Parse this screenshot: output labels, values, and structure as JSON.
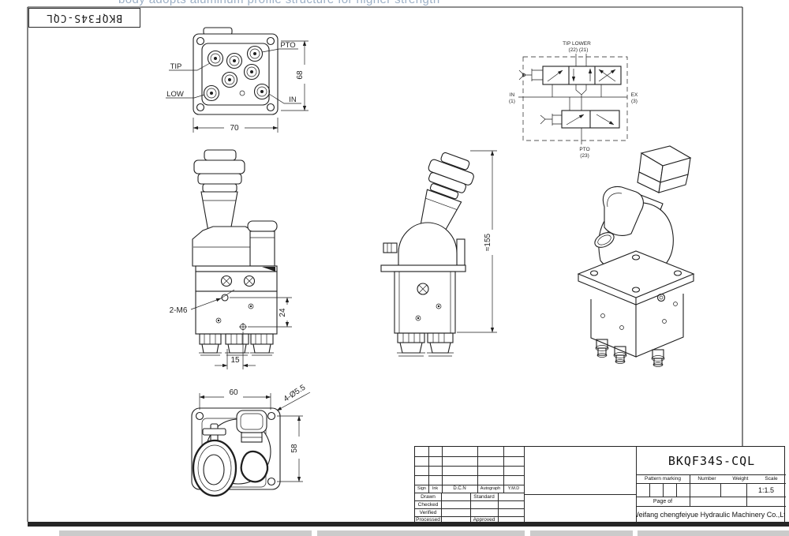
{
  "colors": {
    "line": "#1f1f1f",
    "note": "#9db0c6",
    "frame": "#262626"
  },
  "note_top": "body adopts aluminum profile structure for higher strength",
  "model_tag": "BKQF34S-CQL",
  "top_view": {
    "tip": "TIP",
    "low": "LOW",
    "pto": "PTO",
    "in": "IN",
    "dim_width": "70",
    "dim_height": "68"
  },
  "schematic": {
    "title": "TIP LOWER",
    "ports_top": "(22) (21)",
    "in": "IN",
    "in_no": "(1)",
    "ex": "EX",
    "ex_no": "(3)",
    "pto": "PTO",
    "pto_no": "(23)"
  },
  "front_view": {
    "thread": "2-M6",
    "dim_vertical": "24",
    "dim_bottom": "15"
  },
  "side_view": {
    "dim_height": "≈155"
  },
  "bottom_view": {
    "dim_width": "60",
    "holes": "4-Ø5.5",
    "dim_height": "58"
  },
  "title_block": {
    "model": "BKQF34S-CQL",
    "col_sign": "Sign",
    "col_ink": "Ink",
    "col_dcn": "D.C.N",
    "col_autograph": "Autograph",
    "col_ymd": "Y.M.D",
    "row_drawn": "Drawn",
    "row_standard": "Standard",
    "row_checked": "Checked",
    "row_verified": "Verified",
    "row_processed": "Processed",
    "row_approved": "Approved",
    "pattern_marking": "Pattern marking",
    "number": "Number",
    "weight": "Weight",
    "scale": "Scale",
    "scale_value": "1:1.5",
    "page_of": "Page of",
    "company": "Weifang chengfeiyue Hydraulic Machinery Co.,Ltd"
  }
}
